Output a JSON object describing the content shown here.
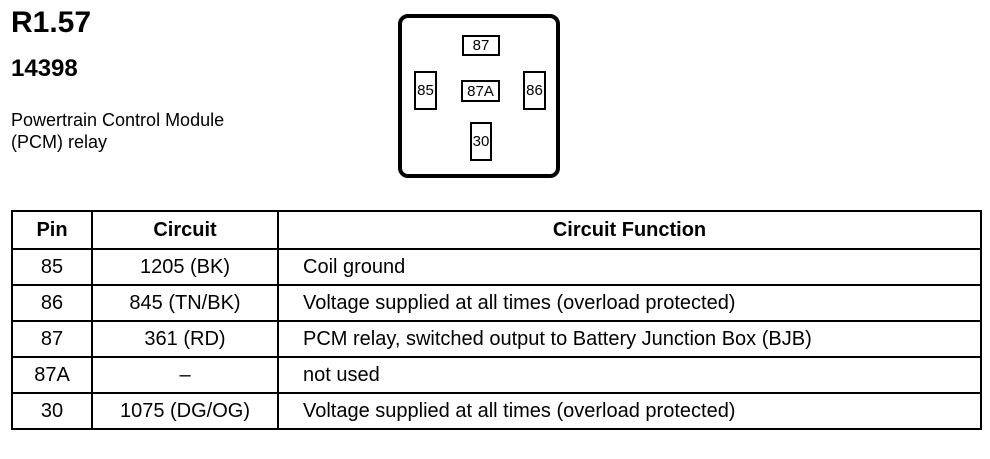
{
  "header": {
    "code": "R1.57",
    "part_number": "14398",
    "description_line1": "Powertrain Control Module",
    "description_line2": "(PCM) relay"
  },
  "connector": {
    "pins": {
      "top": "87",
      "center": "87A",
      "left": "85",
      "right": "86",
      "bottom": "30"
    }
  },
  "table": {
    "headers": [
      "Pin",
      "Circuit",
      "Circuit Function"
    ],
    "rows": [
      {
        "pin": "85",
        "circuit": "1205 (BK)",
        "function": "Coil ground"
      },
      {
        "pin": "86",
        "circuit": "845 (TN/BK)",
        "function": "Voltage supplied at all times (overload protected)"
      },
      {
        "pin": "87",
        "circuit": "361 (RD)",
        "function": "PCM relay, switched output to Battery Junction Box (BJB)"
      },
      {
        "pin": "87A",
        "circuit": "–",
        "function": "not used"
      },
      {
        "pin": "30",
        "circuit": "1075 (DG/OG)",
        "function": "Voltage supplied at all times (overload protected)"
      }
    ]
  }
}
